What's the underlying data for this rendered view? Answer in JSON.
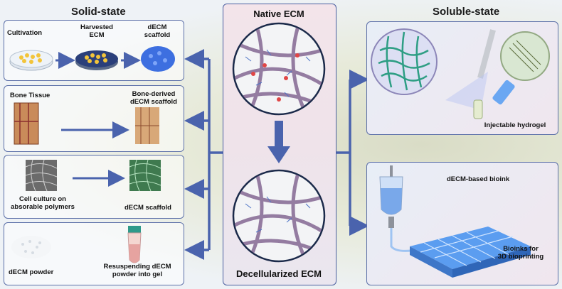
{
  "headings": {
    "solid": "Solid-state",
    "soluble": "Soluble-state",
    "native": "Native ECM",
    "decell": "Decellularized ECM"
  },
  "panel1": {
    "cultivation": "Cultivation",
    "harvested": "Harvested\nECM",
    "scaffold": "dECM\nscaffold"
  },
  "panel2": {
    "bone": "Bone Tissue",
    "bone_scaffold": "Bone-derived\ndECM scaffold"
  },
  "panel3": {
    "culture": "Cell culture on\nabsorable polymers",
    "scaffold": "dECM scaffold"
  },
  "panel4": {
    "powder": "dECM powder",
    "resuspend": "Resuspending dECM\npowder into gel"
  },
  "right1": {
    "hydrogel": "Injectable hydrogel"
  },
  "right2": {
    "bioink": "dECM-based bioink",
    "bioprint": "Bioinks for\n3D bioprinting"
  },
  "colors": {
    "arrow": "#4a63ad",
    "border": "#5b6fa8",
    "fiber": "#8a6f98"
  }
}
